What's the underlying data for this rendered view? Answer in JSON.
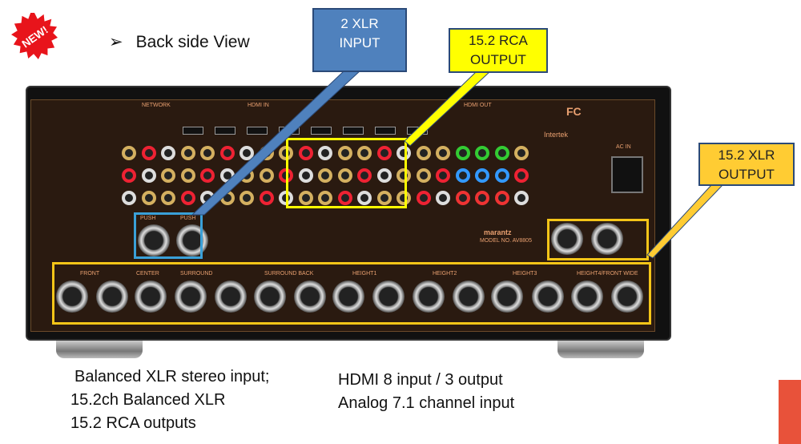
{
  "slide": {
    "badge": "NEW!",
    "title": "Back side View",
    "bullet_icon": "arrow-bullet-icon",
    "callouts": {
      "xlr_input": [
        "2 XLR",
        "INPUT"
      ],
      "rca_output": [
        "15.2 RCA",
        "OUTPUT"
      ],
      "xlr_output": [
        "15.2 XLR",
        "OUTPUT"
      ]
    },
    "features_left": [
      "Balanced XLR stereo input;",
      "15.2ch Balanced XLR",
      "15.2 RCA outputs"
    ],
    "features_right": [
      "HDMI 8 input / 3 output",
      "Analog 7.1 channel input"
    ]
  },
  "panel": {
    "brand": "marantz",
    "model": "MODEL NO. AV8805",
    "network": "NETWORK",
    "cert": "Intertek",
    "fc": "FC",
    "ac_in": "AC IN",
    "xlr_groups": [
      "FRONT",
      "CENTER",
      "SURROUND",
      "SURROUND BACK",
      "HEIGHT1",
      "HEIGHT2",
      "HEIGHT3",
      "HEIGHT4/FRONT WIDE"
    ],
    "push": "PUSH",
    "hdmi_in": "HDMI IN",
    "hdmi_out": "HDMI OUT"
  },
  "colors": {
    "xlr_callout": "#4f81bd",
    "rca_callout": "#ffff00",
    "xlr_out_callout": "#ffcc33",
    "highlight": "#f5c518",
    "input_box": "#3aa0d8"
  }
}
